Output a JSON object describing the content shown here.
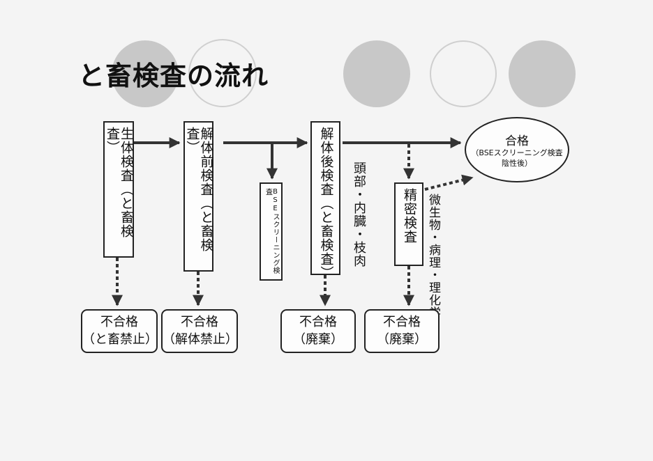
{
  "title": "と畜検査の流れ",
  "steps": {
    "live_inspection": "生体検査（と畜検査）",
    "pre_dissection": "解体前検査（と畜検査）",
    "bse_screening": "BSEスクリーニング検査",
    "post_dissection": "解体後検査（と畜検査）",
    "detailed_inspection": "精密検査"
  },
  "side_labels": {
    "parts": "頭部・内臓・枝肉",
    "tests": "微生物・病理・理化学"
  },
  "pass": {
    "label": "合格",
    "note_line1": "（BSEスクリーニング検査",
    "note_line2": "陰性後）"
  },
  "fail": {
    "fail1": {
      "line1": "不合格",
      "line2": "（と畜禁止）"
    },
    "fail2": {
      "line1": "不合格",
      "line2": "（解体禁止）"
    },
    "fail3": {
      "line1": "不合格",
      "line2": "（廃棄）"
    },
    "fail4": {
      "line1": "不合格",
      "line2": "（廃棄）"
    }
  },
  "colors": {
    "circle_fill": "#c8c8c8",
    "circle_outline": "#cfcfcf",
    "line": "#333333"
  }
}
